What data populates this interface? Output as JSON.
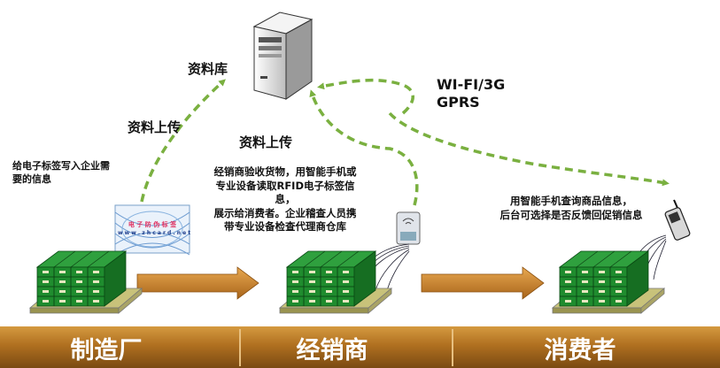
{
  "labels": {
    "database": "资料库",
    "upload_left": "资料上传",
    "upload_center": "资料上传",
    "network_line1": "WI-FI/3G",
    "network_line2": "GPRS"
  },
  "descriptions": {
    "manufacturer_line1": "给电子标签写入企业需",
    "manufacturer_line2": "要的信息",
    "distributor_line1": "经销商验收货物，用智能手机或",
    "distributor_line2": "专业设备读取RFID电子标签信",
    "distributor_line3": "息，",
    "distributor_line4": "展示给消费者。企业稽查人员携",
    "distributor_line5": "带专业设备检查代理商仓库",
    "consumer_line1": "用智能手机查询商品信息，",
    "consumer_line2": "后台可选择是否反馈回促销信息"
  },
  "tag_card": {
    "line1": "电 子 防 伪 标 签",
    "line2": "w w w . z h c a r d . n e t"
  },
  "stages": {
    "manufacturer": "制造厂",
    "distributor": "经销商",
    "consumer": "消费者"
  },
  "colors": {
    "bar_dark": "#6b4210",
    "bar_mid": "#b07020",
    "bar_light": "#d59a40",
    "dashed_arrow": "#7ab040",
    "flow_arrow": "#b8741c",
    "box_green": "#1f8c2e",
    "pallet": "#c8c27a"
  },
  "icons": [
    "server-icon",
    "rfid-tag-card-icon",
    "rfid-reader-icon",
    "mobile-phone-icon",
    "pallet-icon",
    "signal-wave-icon"
  ]
}
